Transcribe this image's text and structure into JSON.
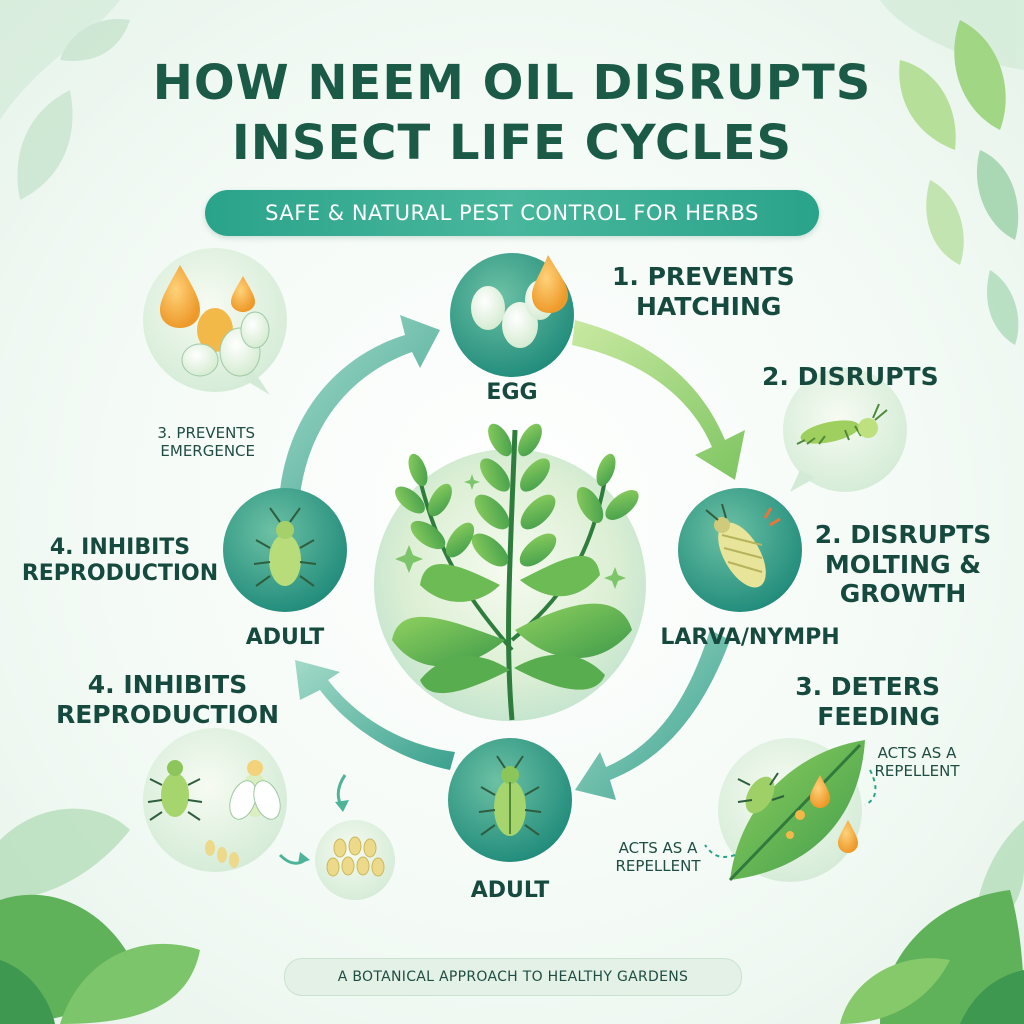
{
  "title_line1": "HOW NEEM OIL DISRUPTS",
  "title_line2": "INSECT LIFE CYCLES",
  "subtitle": "SAFE & NATURAL PEST CONTROL FOR HERBS",
  "stages": {
    "egg": "EGG",
    "larva": "LARVA/NYMPH",
    "adult_bottom": "ADULT",
    "adult_left": "ADULT"
  },
  "effects": {
    "prevents_hatching_line1": "1. PREVENTS",
    "prevents_hatching_line2": "HATCHING",
    "disrupts_short": "2. DISRUPTS",
    "disrupts_line1": "2. DISRUPTS",
    "disrupts_line2": "MOLTING &",
    "disrupts_line3": "GROWTH",
    "deters_line1": "3. DETERS",
    "deters_line2": "FEEDING",
    "acts_repellent_1_line1": "ACTS AS A",
    "acts_repellent_1_line2": "REPELLENT",
    "acts_repellent_2_line1": "ACTS AS A",
    "acts_repellent_2_line2": "REPELLENT",
    "prevents_emergence_line1": "3. PREVENTS",
    "prevents_emergence_line2": "EMERGENCE",
    "inhibits_a_line1": "4. INHIBITS",
    "inhibits_a_line2": "REPRODUCTION",
    "inhibits_b_line1": "4. INHIBITS",
    "inhibits_b_line2": "REPRODUCTION"
  },
  "footer": "A BOTANICAL APPROACH TO HEALTHY GARDENS",
  "colors": {
    "title": "#1b5a47",
    "teal": "#2aa38b",
    "light_green": "#8ccf6a",
    "oil": "#f2a83a"
  }
}
